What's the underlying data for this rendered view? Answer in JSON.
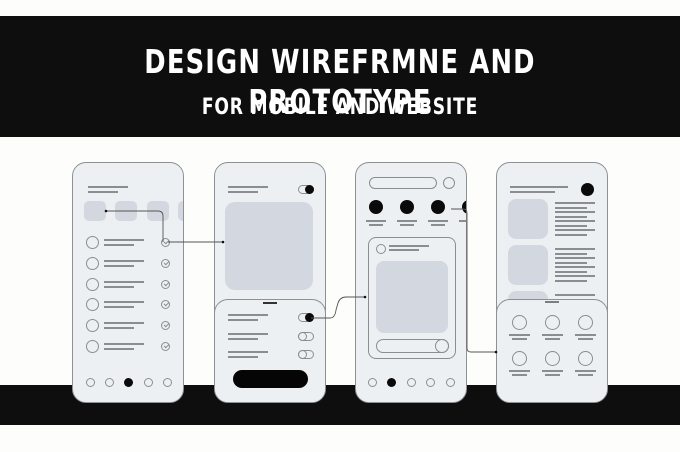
{
  "banner": {
    "title": "DESIGN WIREFRMNE AND PROTOTYPE",
    "subtitle": "FOR MOBILE AND WEBSITE"
  },
  "colors": {
    "banner_bg": "#0e0e0e",
    "page_bg": "#fdfdfc",
    "phone_bg": "#edf0f3",
    "placeholder": "#d3d8e0",
    "line": "#8a8d92",
    "accent_black": "#0a0a0a"
  },
  "phones": [
    {
      "name": "list-screen",
      "list_items": 6,
      "thumbnails": 4,
      "pager_dots": 5,
      "active_dot": 3
    },
    {
      "name": "settings-screen",
      "toggles": [
        "on",
        "on",
        "off",
        "off"
      ],
      "bottom_sheet": true
    },
    {
      "name": "feed-screen",
      "stories": 4,
      "pager_dots": 5,
      "active_dot": 2
    },
    {
      "name": "article-screen",
      "articles": 3,
      "grid_items": 6,
      "bottom_sheet": true
    }
  ]
}
